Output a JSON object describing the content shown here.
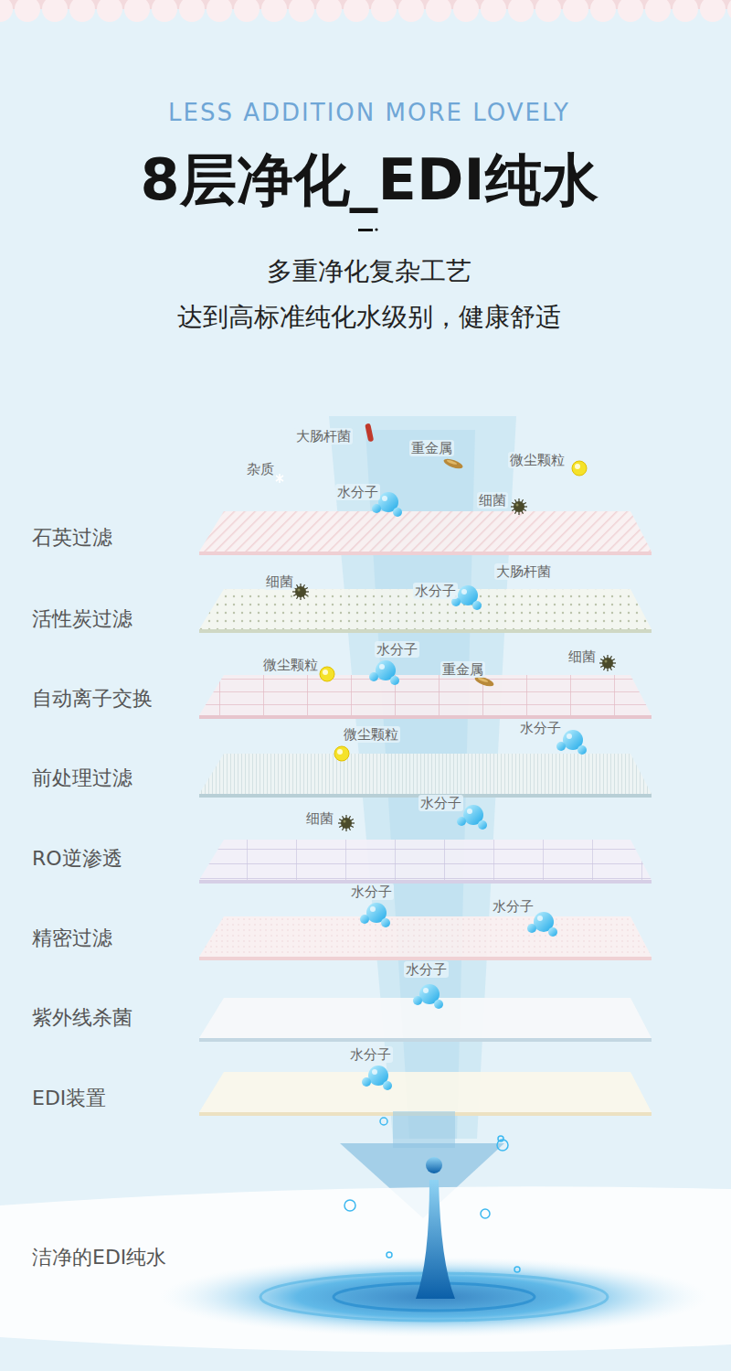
{
  "diagram": {
    "title": "8层净化_EDI纯水",
    "labels": [
      "LESS ADDITION MORE LOVELY",
      "多重净化复杂工艺",
      "达到高标准纯化水级别，健康舒适",
      "大肠杆菌",
      "重金属",
      "微尘颗粒",
      "杂质",
      "水分子",
      "细菌",
      "石英过滤",
      "细菌",
      "大肠杆菌",
      "水分子",
      "活性炭过滤",
      "微尘颗粒",
      "水分子",
      "重金属",
      "细菌",
      "自动离子交换",
      "微尘颗粒",
      "水分子",
      "前处理过滤",
      "细菌",
      "水分子",
      "RO逆渗透",
      "水分子",
      "水分子",
      "精密过滤",
      "水分子",
      "紫外线杀菌",
      "水分子",
      "EDI装置",
      "洁净的EDI纯水"
    ]
  }
}
